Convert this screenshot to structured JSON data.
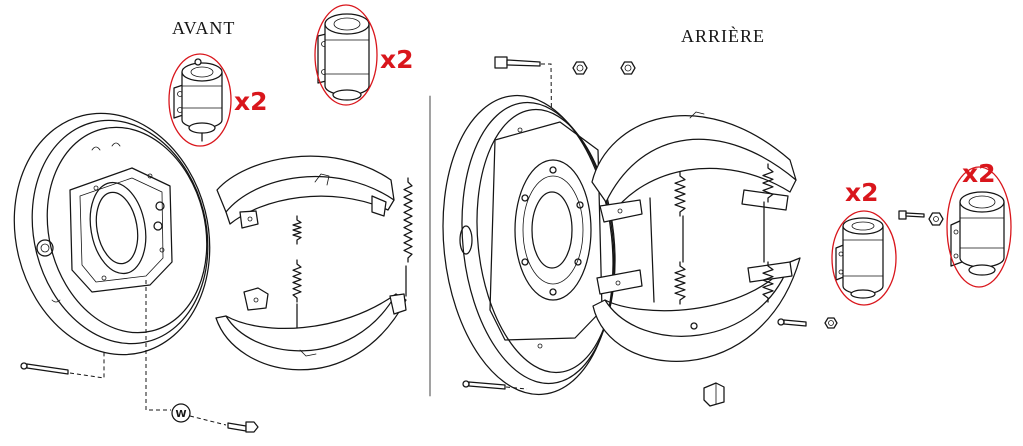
{
  "title_front": "AVANT",
  "title_rear": "ARRIÈRE",
  "quantity_labels": [
    "x2",
    "x2",
    "x2",
    "x2"
  ],
  "washer_label": "W",
  "colors": {
    "line": "#151515",
    "highlight": "#d9161c",
    "label": "#d9161c",
    "background": "#ffffff"
  }
}
